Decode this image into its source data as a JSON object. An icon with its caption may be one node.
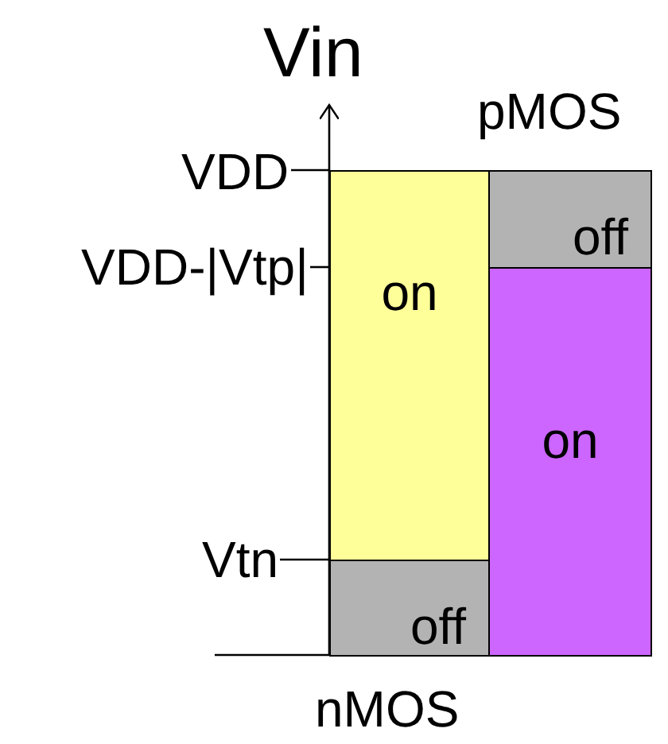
{
  "diagram": {
    "nodes": [
      {
        "text": [
          "off"
        ]
      },
      {
        "text": [
          "on"
        ]
      },
      {
        "text": [
          "on"
        ]
      },
      {
        "text": [
          "off"
        ]
      }
    ],
    "labels": [
      "Vin",
      "pMOS",
      "VDD",
      "VDD-|Vtp|",
      "Vtn",
      "nMOS"
    ]
  }
}
